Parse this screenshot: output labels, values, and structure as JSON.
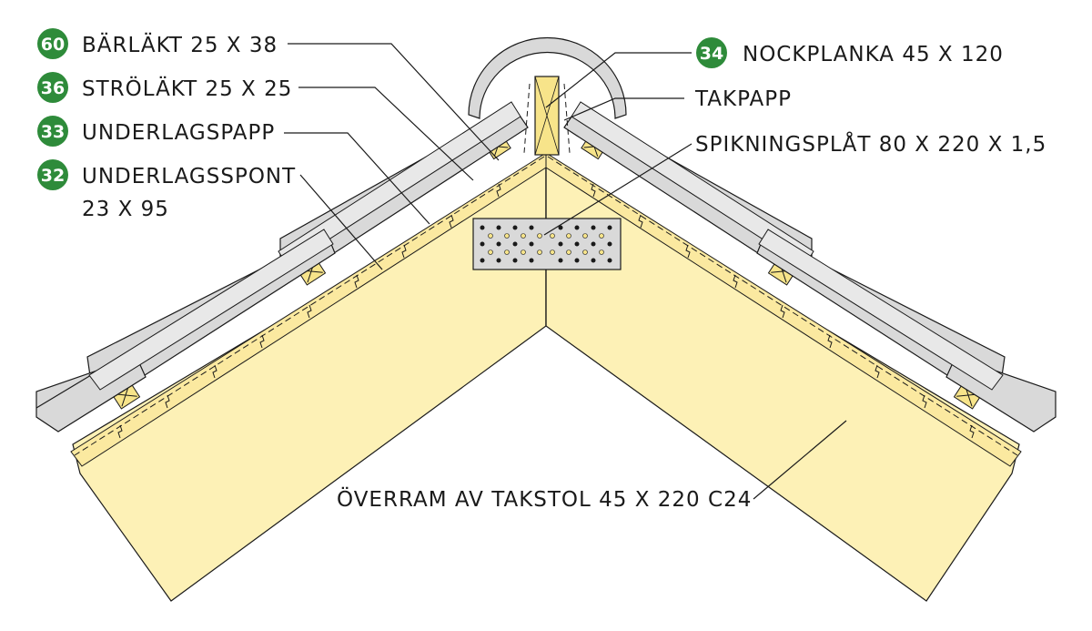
{
  "colors": {
    "wood": "#fdf1b6",
    "wood_dark": "#f7e48a",
    "tile": "#d9d9d9",
    "badge": "#2e8b3a",
    "line": "#1a1a1a"
  },
  "labels": {
    "barlakt": {
      "badge": "60",
      "text": "BÄRLÄKT 25 X 38"
    },
    "strolakt": {
      "badge": "36",
      "text": "STRÖLÄKT 25 X 25"
    },
    "underpapp": {
      "badge": "33",
      "text": "UNDERLAGSPAPP"
    },
    "spont": {
      "badge": "32",
      "text": "UNDERLAGSSPONT",
      "text2": "23 X 95"
    },
    "nock": {
      "badge": "34",
      "text": "NOCKPLANKA 45 X 120"
    },
    "takpapp": {
      "text": "TAKPAPP"
    },
    "plat": {
      "text": "SPIKNINGSPLÅT 80 X 220 X 1,5"
    },
    "overram": {
      "text": "ÖVERRAM AV TAKSTOL 45 X 220 C24"
    }
  }
}
